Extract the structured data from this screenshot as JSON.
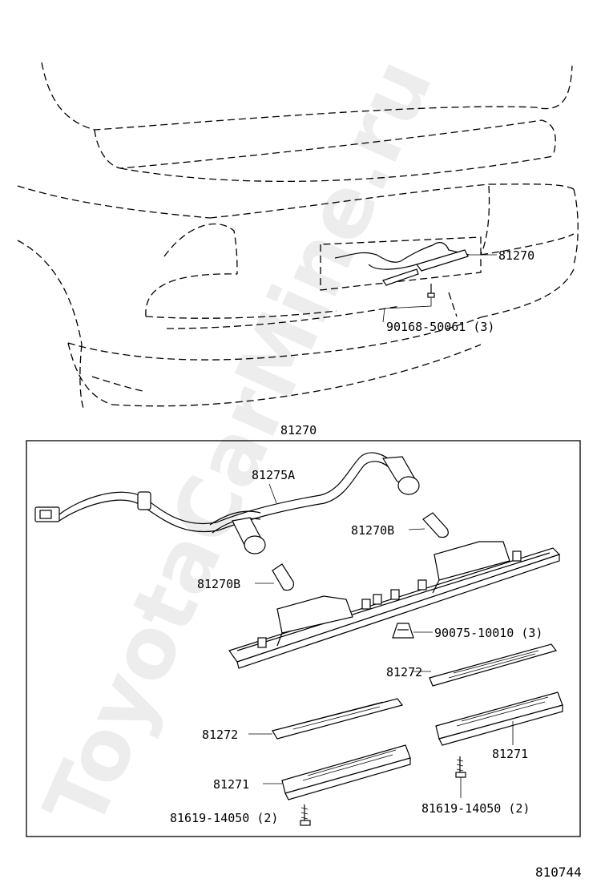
{
  "watermark": "ToyotaCarMine.ru",
  "diagram_ref": "810744",
  "overview": {
    "assembly_label": "81270",
    "screw_label": "90168-50061 (3)"
  },
  "detail": {
    "box_title": "81270",
    "harness": "81275A",
    "bulb_right": "81270B",
    "bulb_left": "81270B",
    "clip": "90075-10010 (3)",
    "lens_right": "81272",
    "lens_left": "81272",
    "housing_right": "81271",
    "housing_left": "81271",
    "screw_left": "81619-14050 (2)",
    "screw_right": "81619-14050 (2)"
  }
}
